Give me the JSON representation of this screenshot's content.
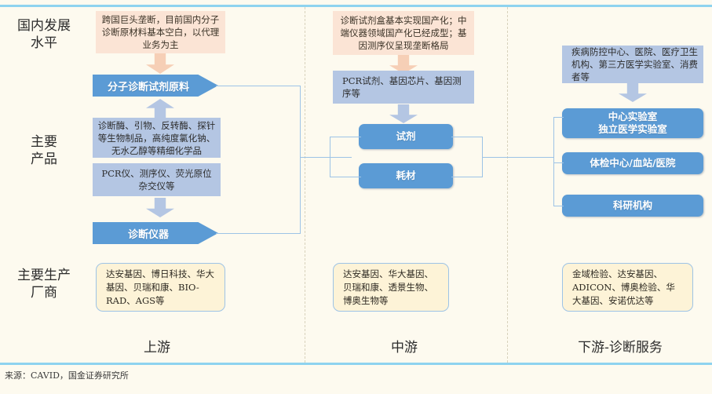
{
  "theme": {
    "background": "#fdfaef",
    "rule": "#8ed3ef",
    "accent_blue": "#5b9bd5",
    "pale_blue": "#b4c6e3",
    "peach": "#fbe4d5",
    "cream_card": "#fdf3d7",
    "connector": "#9dc3e6",
    "divider": "#d8d2bc"
  },
  "row_labels": {
    "development_level": "国内发展\n水平",
    "main_products": "主要\n产品",
    "main_manufacturers": "主要生产\n厂商"
  },
  "upstream": {
    "status_note": "跨国巨头垄断，目前国内分子诊断原材料基本空白，以代理业务为主",
    "chevron_material": "分子诊断试剂原料",
    "chevron_instrument": "诊断仪器",
    "product_reagents": "诊断酶、引物、反转酶、探针等生物制品，高纯度氯化钠、无水乙醇等精细化学品",
    "product_instruments": "PCR仪、测序仪、荧光原位杂交仪等",
    "manufacturers": "达安基因、博日科技、华大基因、贝瑞和康、BIO-RAD、AGS等"
  },
  "midstream": {
    "status_note": "诊断试剂盒基本实现国产化；中端仪器领域国产化已经成型；基因测序仪呈现垄断格局",
    "product_note": "PCR试剂、基因芯片、基因测序等",
    "box_reagent": "试剂",
    "box_consumable": "耗材",
    "manufacturers": "达安基因、华大基因、贝瑞和康、透景生物、博奥生物等"
  },
  "downstream": {
    "status_note": "疾病防控中心、医院、医疗卫生机构、第三方医学实验室、消费者等",
    "box_central_lab": "中心实验室\n独立医学实验室",
    "box_checkup": "体检中心/血站/医院",
    "box_research": "科研机构",
    "manufacturers": "金域检验、达安基因、ADICON、博奥检验、华大基因、安诺优达等"
  },
  "stages": {
    "upstream": "上游",
    "midstream": "中游",
    "downstream": "下游-诊断服务"
  },
  "footer": {
    "source": "来源：CAVID，国金证券研究所"
  }
}
